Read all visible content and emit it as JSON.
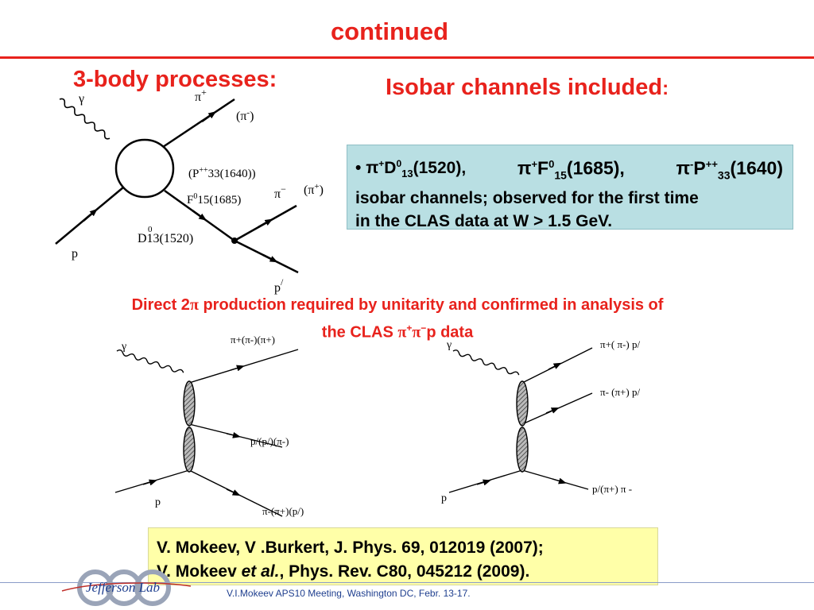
{
  "slide": {
    "title": "continued",
    "subtitle_left": "3-body processes:",
    "subtitle_right": "Isobar channels included",
    "subtitle_right_colon": ":"
  },
  "diagram_top": {
    "photon": "γ",
    "pi_plus": "π",
    "pi_plus_sup": "+",
    "pi_minus_paren": "(π",
    "pi_minus_paren_sup": "-",
    "pi_minus_paren_close": ")",
    "iso1": "(P",
    "iso1_sup": "++",
    "iso1_rest": "33(1640))",
    "iso2": "F",
    "iso2_sup": "0",
    "iso2_rest": "15(1685)",
    "pi_minus": "π",
    "pi_minus_sup": "−",
    "pi_plus_paren": "(π",
    "pi_plus_paren_sup": "+",
    "pi_plus_paren_close": ")",
    "d13_sup": "0",
    "d13": "D13(1520)",
    "proton": "p",
    "proton_out": "p",
    "proton_out_sup": "/"
  },
  "isobar_box": {
    "bullet": "•",
    "c1_pi": "π",
    "c1_sup": "+",
    "c1_D": "D",
    "c1_D_sup": "0",
    "c1_D_sub": "13",
    "c1_mass": "(1520),",
    "c2_pi": "π",
    "c2_sup": "+",
    "c2_F": "F",
    "c2_F_sup": "0",
    "c2_F_sub": "15",
    "c2_mass": "(1685),",
    "c3_pi": "π",
    "c3_sup": "-",
    "c3_P": "P",
    "c3_P_sup": "++",
    "c3_P_sub": "33",
    "c3_mass": "(1640)",
    "line2": "isobar channels; observed for the first time",
    "line3": "in the CLAS data at W > 1.5 GeV."
  },
  "direct": {
    "line1a": "Direct 2",
    "line1_pi": "π",
    "line1b": " production required by unitarity and confirmed in analysis of",
    "line2a": "the CLAS ",
    "line2_pi1": "π",
    "line2_sup1": "+",
    "line2_pi2": "π",
    "line2_sup2": "−",
    "line2b": "p data"
  },
  "diagram_left": {
    "photon": "γ",
    "top": "π+(π-)(π+)",
    "mid": "p/(p/)(π-)",
    "bot": "π-(π+)(p/)",
    "proton": "p"
  },
  "diagram_right": {
    "photon": "γ",
    "top": "π+( π-) p/",
    "mid": "π- (π+) p/",
    "bot": "p/(π+) π -",
    "proton": "p"
  },
  "reference": {
    "line1": "V. Mokeev, V .Burkert,  J. Phys. 69, 012019 (2007);",
    "line2a": "V. Mokeev ",
    "line2_italic": "et al.",
    "line2b": ", Phys. Rev. C80,  045212 (2009)."
  },
  "footer": {
    "text": "V.I.Mokeev   APS10 Meeting, Washington DC, Febr. 13-17.",
    "logo_text": "Jefferson Lab"
  },
  "colors": {
    "accent_red": "#e8221c",
    "box_blue": "#b9dfe3",
    "box_yellow": "#ffffa8",
    "footer_blue": "#1f3f8f"
  }
}
